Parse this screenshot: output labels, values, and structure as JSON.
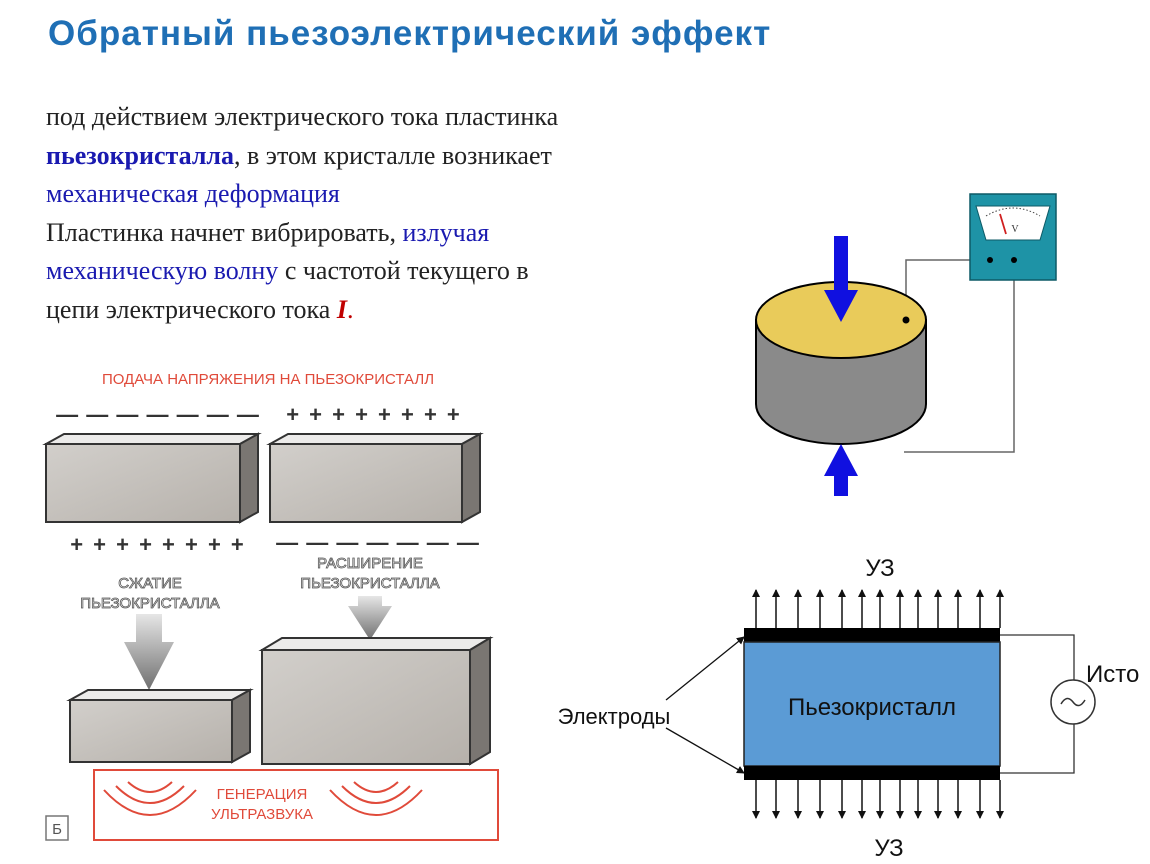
{
  "title": "Обратный пьезоэлектрический эффект",
  "text": {
    "l1": "под действием электрического тока пластинка",
    "l2_hl": "пьезокристалла",
    "l2_rest": ", в этом кристалле возникает",
    "l3_hl": "механическая деформация",
    "l4_a": "Пластинка начнет вибрировать, ",
    "l4_hl": "излучая",
    "l5_hl": "механическую волну",
    "l5_rest": " с частотой текущего в",
    "l6_a": "цепи электрического тока ",
    "l6_i": "I",
    "l6_dot": "."
  },
  "left_figure": {
    "header": "ПОДАЧА НАПРЯЖЕНИЯ НА ПЬЕЗОКРИСТАЛЛ",
    "minus_row": "— — — — — — —",
    "plus_row": "+ + + + + + + +",
    "compress": [
      "СЖАТИЕ",
      "ПЬЕЗОКРИСТАЛЛА"
    ],
    "expand": [
      "РАСШИРЕНИЕ",
      "ПЬЕЗОКРИСТАЛЛА"
    ],
    "generation": [
      "ГЕНЕРАЦИЯ",
      "УЛЬТРАЗВУКА"
    ],
    "panel_letter": "Б",
    "label_color": "#e04a3a"
  },
  "meter": {
    "unit": "V"
  },
  "schema": {
    "top_label": "УЗ",
    "bottom_label": "УЗ",
    "crystal_label": "Пьезокристалл",
    "electrodes_label": "Электроды",
    "source_label": "Исто",
    "crystal_color": "#5B9BD5"
  },
  "colors": {
    "title": "#1F6FB5",
    "highlight": "#1a1ab0",
    "current": "#c00000",
    "arrow_blue": "#1010e0"
  }
}
